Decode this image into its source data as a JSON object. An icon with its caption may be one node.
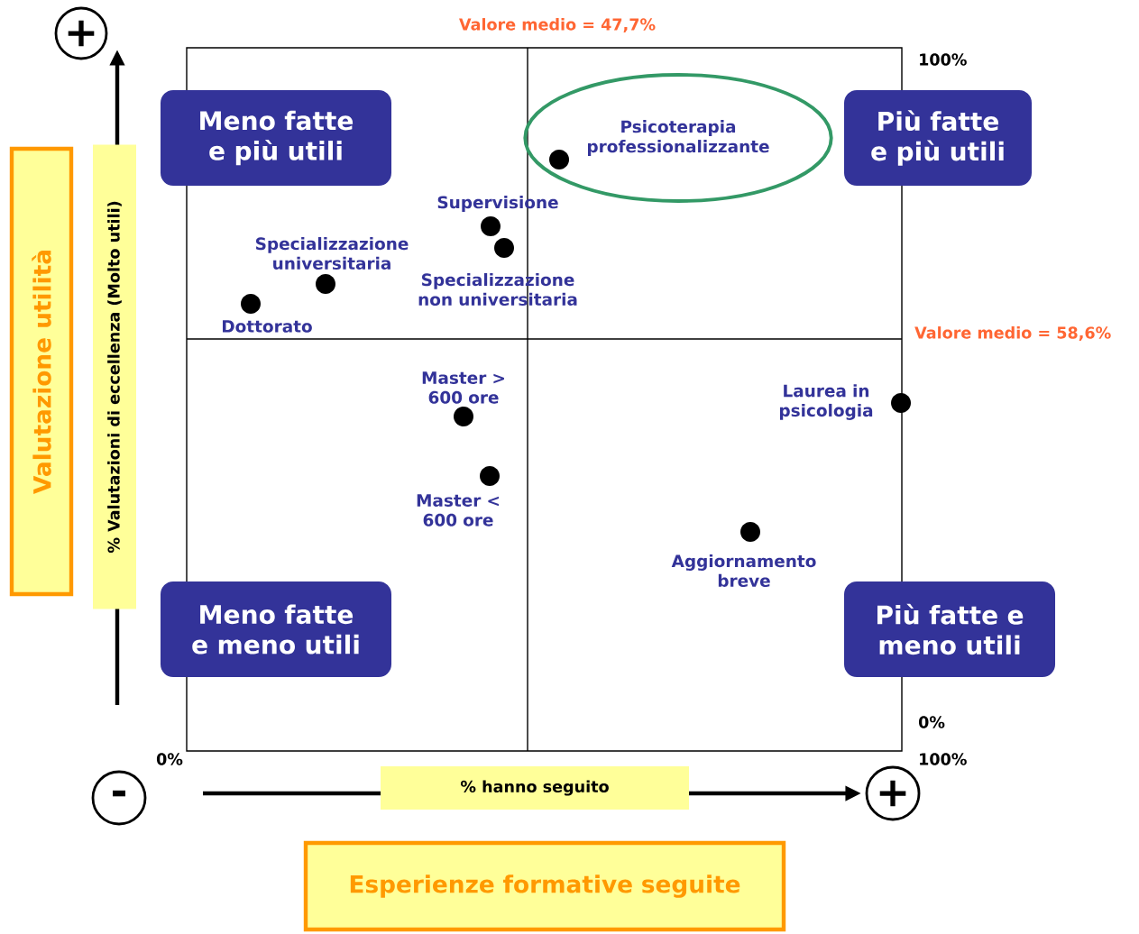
{
  "diagram": {
    "nodes": [
      {
        "text": [
          "+"
        ]
      },
      {
        "text": [
          "Meno fatte e più utili"
        ]
      },
      {
        "text": [
          "Psicoterapia professionalizzante"
        ]
      },
      {
        "text": [
          "Più fatte e più utili"
        ]
      },
      {
        "text": [
          "Valutazione utilità"
        ]
      },
      {
        "text": [
          "% Valutazioni di eccellenza (Molto utili)"
        ]
      },
      {
        "text": [
          "Meno fatte e meno utili"
        ]
      },
      {
        "text": [
          "Più fatte e meno utili"
        ]
      },
      {
        "text": [
          "-"
        ]
      },
      {
        "text": [
          "% hanno seguito"
        ]
      },
      {
        "text": [
          "+"
        ]
      },
      {
        "text": [
          "Esperienze formative seguite"
        ]
      }
    ],
    "labels": [
      "Valore medio = 47,7%",
      "100%",
      "Supervisione",
      "Specializzazione universitaria",
      "Specializzazione non universitaria",
      "Dottorato",
      "Valore medio = 58,6%",
      "Master > 600 ore",
      "Laurea in psicologia",
      "Master < 600 ore",
      "Aggiornamento breve",
      "0%",
      "0%",
      "100%"
    ]
  }
}
